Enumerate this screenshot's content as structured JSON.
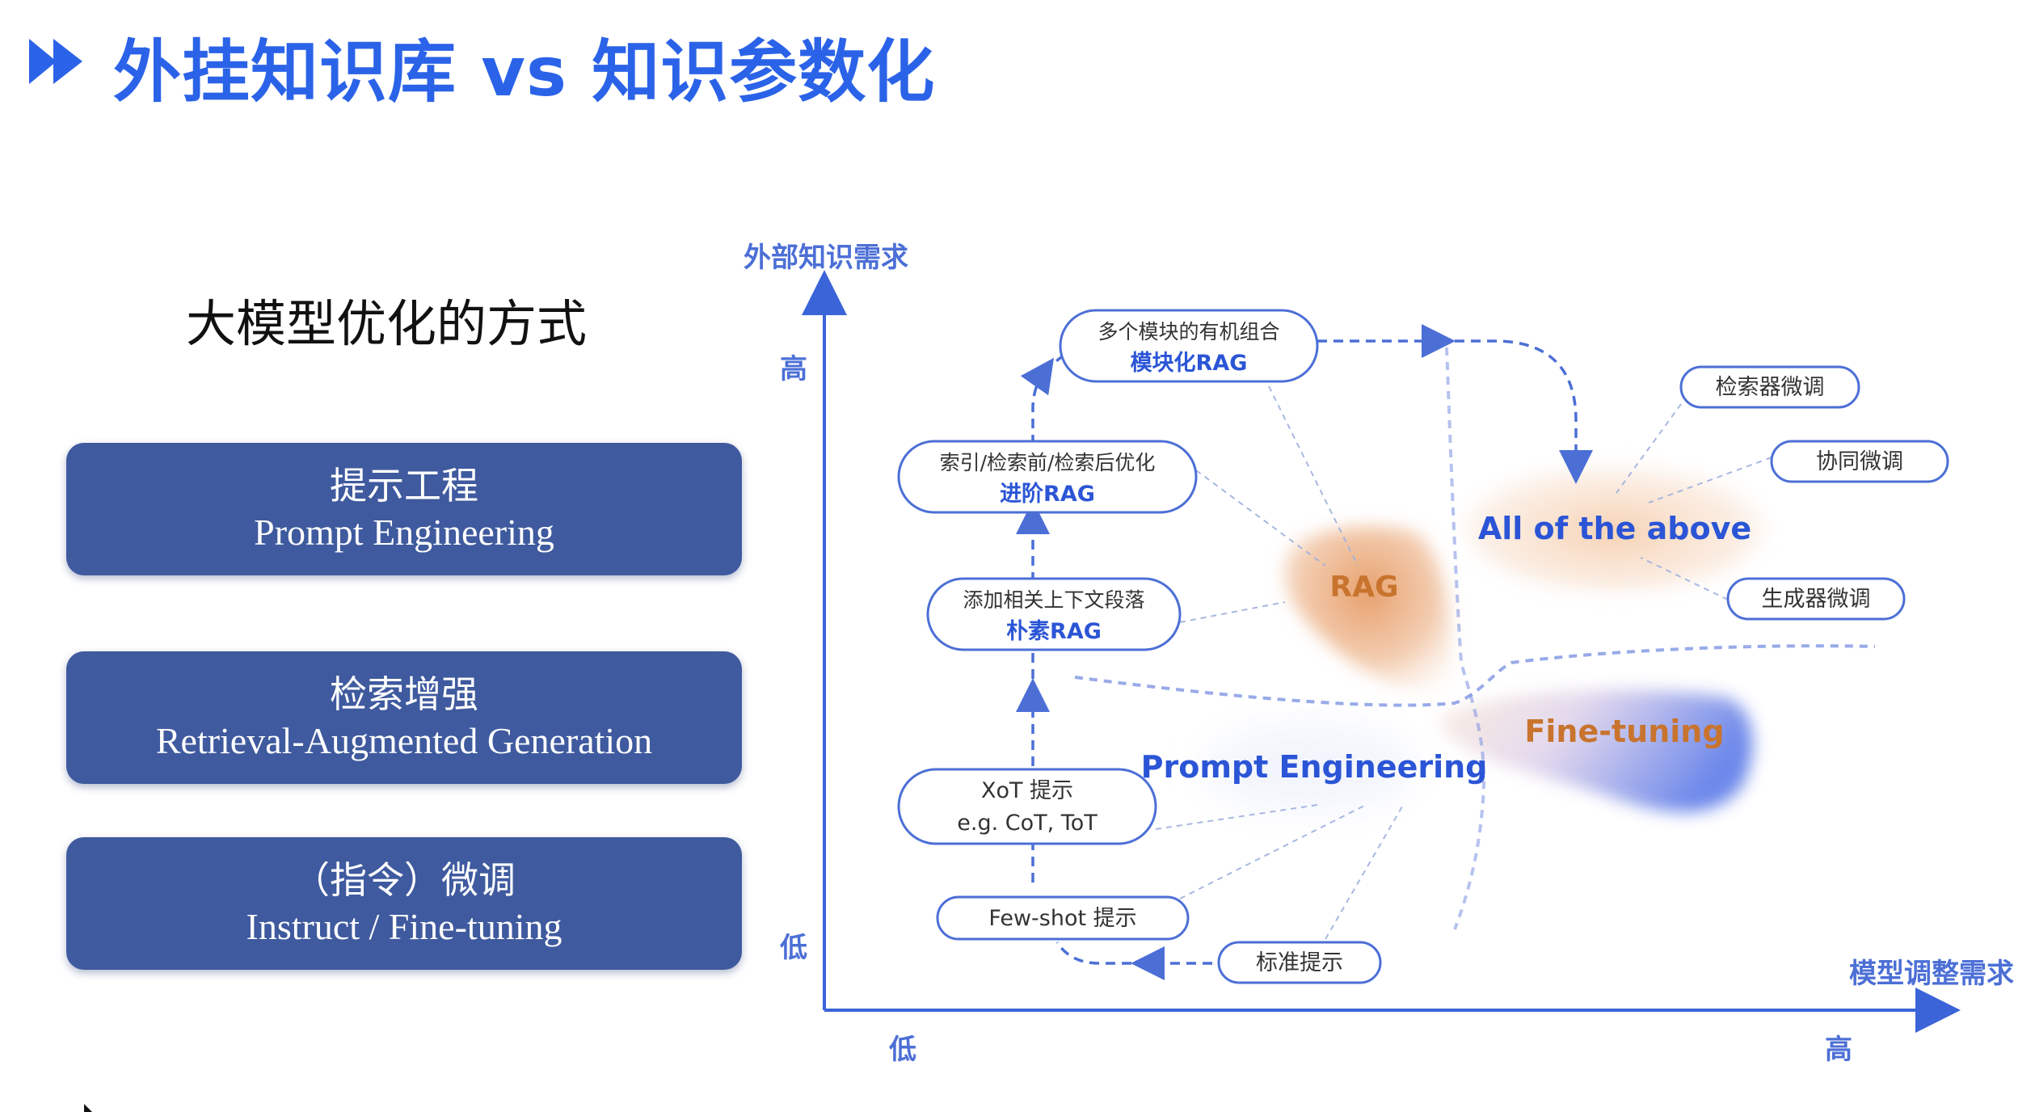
{
  "title": "外挂知识库 vs 知识参数化",
  "left_panel": {
    "heading": "大模型优化的方式",
    "methods": [
      {
        "zh": "提示工程",
        "en": "Prompt Engineering"
      },
      {
        "zh": "检索增强",
        "en": "Retrieval-Augmented Generation"
      },
      {
        "zh": "（指令）微调",
        "en": "Instruct / Fine-tuning"
      }
    ]
  },
  "diagram": {
    "y_axis": {
      "label": "外部知识需求",
      "high": "高",
      "low": "低"
    },
    "x_axis": {
      "label": "模型调整需求",
      "low": "低",
      "high": "高"
    },
    "nodes": {
      "modular": {
        "zh": "多个模块的有机组合",
        "en": "模块化RAG"
      },
      "advanced": {
        "zh": "索引/检索前/检索后优化",
        "en": "进阶RAG"
      },
      "naive": {
        "zh": "添加相关上下文段落",
        "en": "朴素RAG"
      },
      "xot": {
        "line1": "XoT 提示",
        "line2": "e.g. CoT, ToT"
      },
      "fewshot": {
        "text": "Few-shot 提示"
      },
      "standard": {
        "text": "标准提示"
      },
      "retriever_ft": {
        "text": "检索器微调"
      },
      "collab_ft": {
        "text": "协同微调"
      },
      "generator_ft": {
        "text": "生成器微调"
      }
    },
    "regions": {
      "rag": "RAG",
      "all": "All of the above",
      "finetuning": "Fine-tuning",
      "prompt": "Prompt Engineering"
    },
    "colors": {
      "accent": "#2B63E8",
      "box_fill": "#3F5A9E",
      "rag_orange": "#E8A57A",
      "ft_blue": "#6C86E8",
      "text_orange": "#C8742E"
    }
  }
}
